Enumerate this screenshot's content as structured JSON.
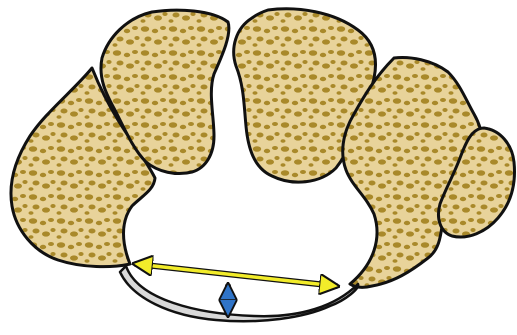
{
  "figure": {
    "colors": {
      "bone_fill": "#e8d39a",
      "spot_fill": "#a9892a",
      "outline": "#111111",
      "ligament": "#d9d9d9",
      "width_arrow": "#f2ec2a",
      "height_arrow": "#2f74c8"
    },
    "bones": [
      {
        "name": "left-bone"
      },
      {
        "name": "upper-left-bone"
      },
      {
        "name": "upper-middle-bone"
      },
      {
        "name": "right-bone"
      },
      {
        "name": "far-right-bone"
      }
    ],
    "arrows": [
      {
        "name": "width-arrow",
        "icon": "double-headed-horizontal-arrow"
      },
      {
        "name": "height-arrow",
        "icon": "double-headed-vertical-arrow"
      }
    ]
  }
}
